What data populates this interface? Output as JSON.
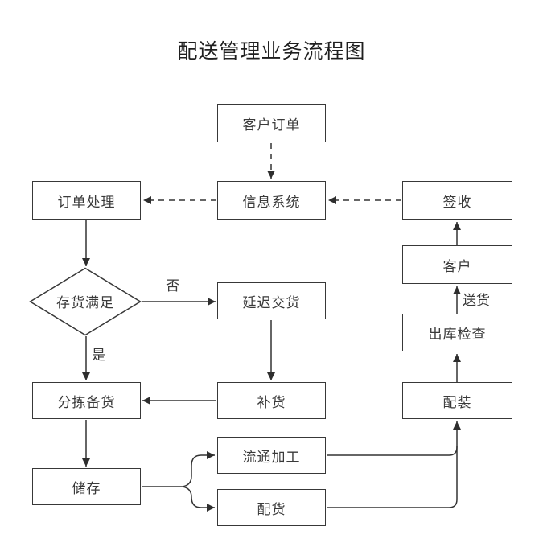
{
  "title": "配送管理业务流程图",
  "colors": {
    "line": "#333333",
    "box_border": "#383838",
    "text": "#3a3a3a",
    "background": "#ffffff"
  },
  "nodes": [
    {
      "id": "customer-order",
      "label": "客户订单",
      "type": "process"
    },
    {
      "id": "order-processing",
      "label": "订单处理",
      "type": "process"
    },
    {
      "id": "information-system",
      "label": "信息系统",
      "type": "process"
    },
    {
      "id": "sign-receipt",
      "label": "签收",
      "type": "process"
    },
    {
      "id": "customer",
      "label": "客户",
      "type": "process"
    },
    {
      "id": "inventory-satisfied",
      "label": "存货满足",
      "type": "decision"
    },
    {
      "id": "delayed-delivery",
      "label": "延迟交货",
      "type": "process"
    },
    {
      "id": "outbound-inspection",
      "label": "出库检查",
      "type": "process"
    },
    {
      "id": "sorting-stocking",
      "label": "分拣备货",
      "type": "process"
    },
    {
      "id": "replenishment",
      "label": "补货",
      "type": "process"
    },
    {
      "id": "loading",
      "label": "配装",
      "type": "process"
    },
    {
      "id": "storage",
      "label": "储存",
      "type": "process"
    },
    {
      "id": "circulation-processing",
      "label": "流通加工",
      "type": "process"
    },
    {
      "id": "goods-allocation",
      "label": "配货",
      "type": "process"
    }
  ],
  "edge_labels": {
    "no": "否",
    "yes": "是",
    "delivery": "送货"
  }
}
